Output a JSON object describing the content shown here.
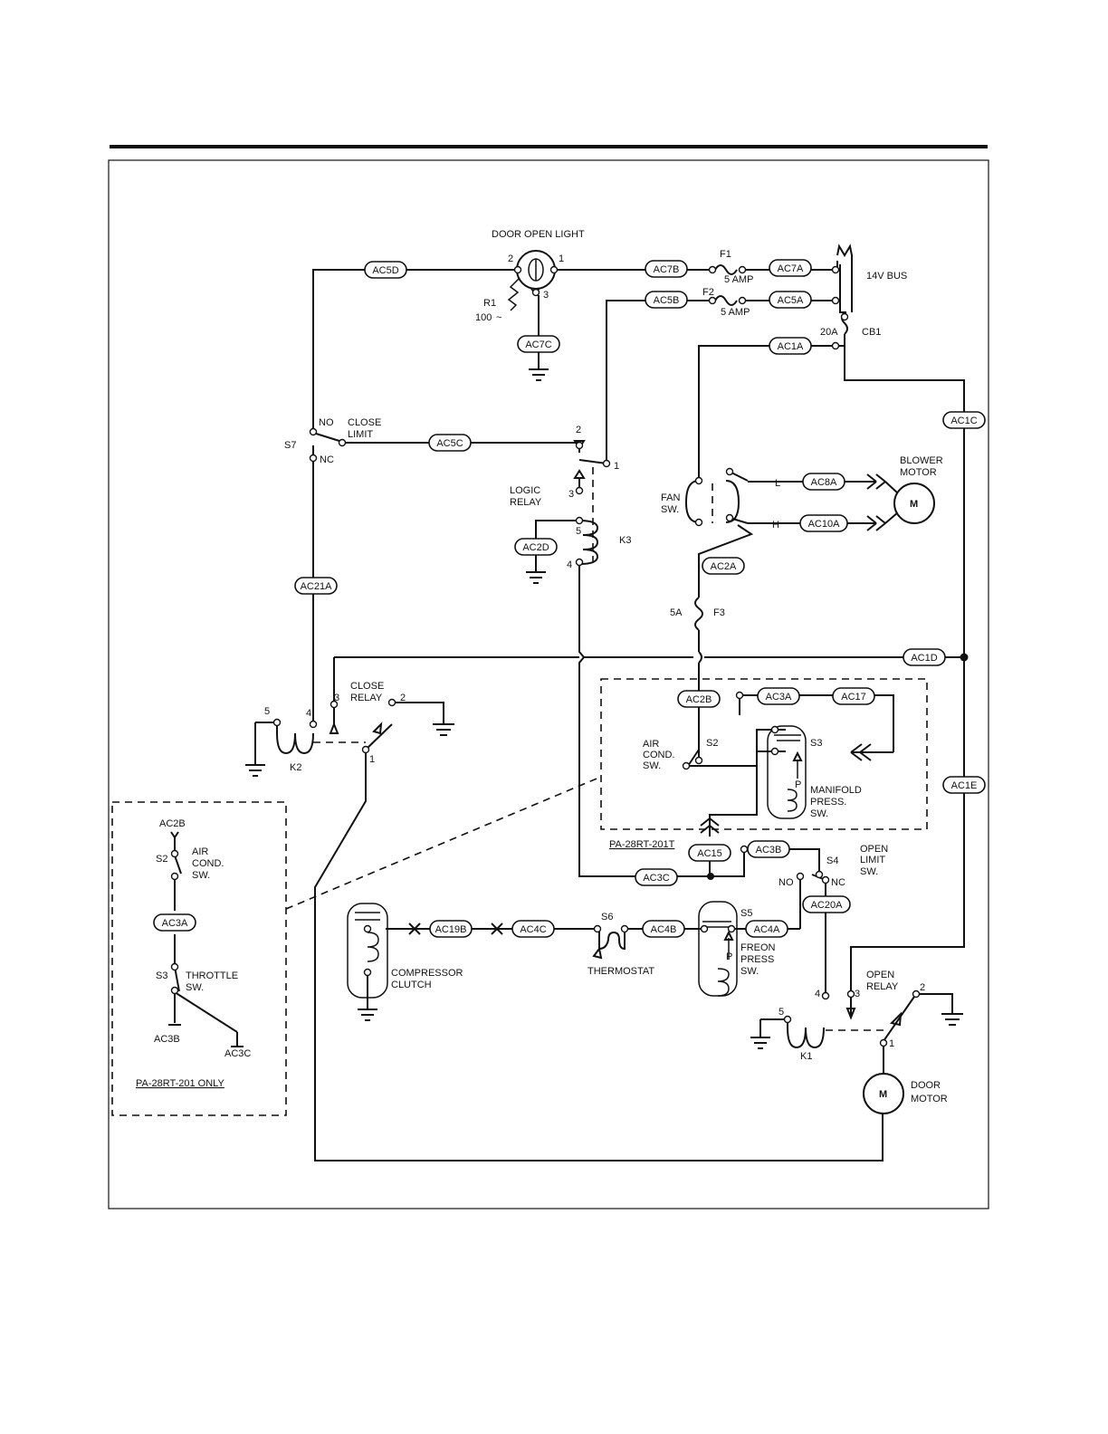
{
  "wires": [
    "AC5D",
    "AC7B",
    "AC7A",
    "AC5B",
    "AC5A",
    "AC7C",
    "AC1A",
    "AC1C",
    "AC5C",
    "AC8A",
    "AC10A",
    "AC2D",
    "AC2A",
    "AC21A",
    "AC1D",
    "AC2B",
    "AC3A",
    "AC17",
    "AC1E",
    "AC15",
    "AC3B",
    "AC3C",
    "AC20A",
    "AC19B",
    "AC4C",
    "AC4B",
    "AC4A"
  ],
  "labels": {
    "door_open_light": "DOOR OPEN LIGHT",
    "f1": "F1",
    "f1_rating": "5 AMP",
    "f2": "F2",
    "f2_rating": "5 AMP",
    "bus": "14V BUS",
    "cb_rating": "20A",
    "cb": "CB1",
    "r1": "R1",
    "r1_value": "100",
    "lamp_pin2": "2",
    "lamp_pin1": "1",
    "lamp_pin3": "3",
    "s7": "S7",
    "no_top": "NO",
    "nc_top": "NC",
    "close_limit_1": "CLOSE",
    "close_limit_2": "LIMIT",
    "logic_relay_1": "LOGIC",
    "logic_relay_2": "RELAY",
    "k3": "K3",
    "k3_pin1": "1",
    "k3_pin2": "2",
    "k3_pin3": "3",
    "k3_pin4": "4",
    "k3_pin5": "5",
    "fan_sw_1": "FAN",
    "fan_sw_2": "SW.",
    "fan_l": "L",
    "fan_h": "H",
    "blower_1": "BLOWER",
    "blower_2": "MOTOR",
    "motor_symbol": "M",
    "f3_rating": "5A",
    "f3": "F3",
    "close_relay_1": "CLOSE",
    "close_relay_2": "RELAY",
    "k2": "K2",
    "k2_pin5": "5",
    "k2_pin4": "4",
    "k2_pin3": "3",
    "k2_pin2": "2",
    "k2_pin1": "1",
    "air_cond_1": "AIR",
    "air_cond_2": "COND.",
    "air_cond_3": "SW.",
    "s2": "S2",
    "s3": "S3",
    "p": "P",
    "manifold_1": "MANIFOLD",
    "manifold_2": "PRESS.",
    "manifold_3": "SW.",
    "pa28rt201t": "PA-28RT-201T",
    "s4": "S4",
    "open_limit_1": "OPEN",
    "open_limit_2": "LIMIT",
    "open_limit_3": "SW.",
    "no_bottom": "NO",
    "nc_bottom": "NC",
    "s6": "S6",
    "thermostat": "THERMOSTAT",
    "s5": "S5",
    "freon_1": "FREON",
    "freon_2": "PRESS",
    "freon_3": "SW.",
    "compressor_1": "COMPRESSOR",
    "compressor_2": "CLUTCH",
    "open_relay_1": "OPEN",
    "open_relay_2": "RELAY",
    "k1": "K1",
    "k1_pin5": "5",
    "k1_pin4": "4",
    "k1_pin3": "3",
    "k1_pin2": "2",
    "k1_pin1": "1",
    "door_motor_1": "DOOR",
    "door_motor_2": "MOTOR",
    "inset_ac2b": "AC2B",
    "inset_s2": "S2",
    "inset_air_1": "AIR",
    "inset_air_2": "COND.",
    "inset_air_3": "SW.",
    "inset_ac3a": "AC3A",
    "inset_s3": "S3",
    "inset_throttle_1": "THROTTLE",
    "inset_throttle_2": "SW.",
    "inset_ac3b": "AC3B",
    "inset_ac3c": "AC3C",
    "inset_caption": "PA-28RT-201 ONLY"
  }
}
